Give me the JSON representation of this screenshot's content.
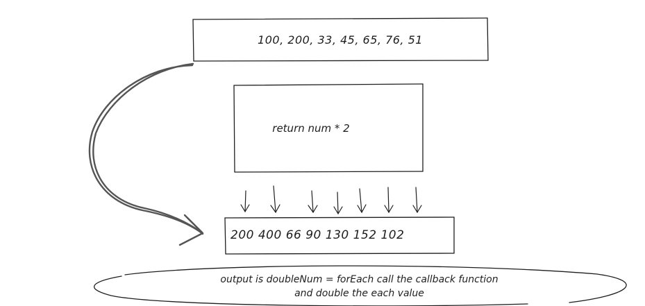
{
  "input_array": {
    "text": "100, 200, 33, 45, 65, 76, 51"
  },
  "callback": {
    "text": "return num * 2"
  },
  "output_array": {
    "text": "200 400 66 90 130 152 102"
  },
  "caption": {
    "line1": "output is doubleNum = forEach call the callback function",
    "line2": "and double the each value"
  },
  "colors": {
    "stroke": "#1e1e1e",
    "curve_arrow": "#555555",
    "background": "#ffffff"
  }
}
